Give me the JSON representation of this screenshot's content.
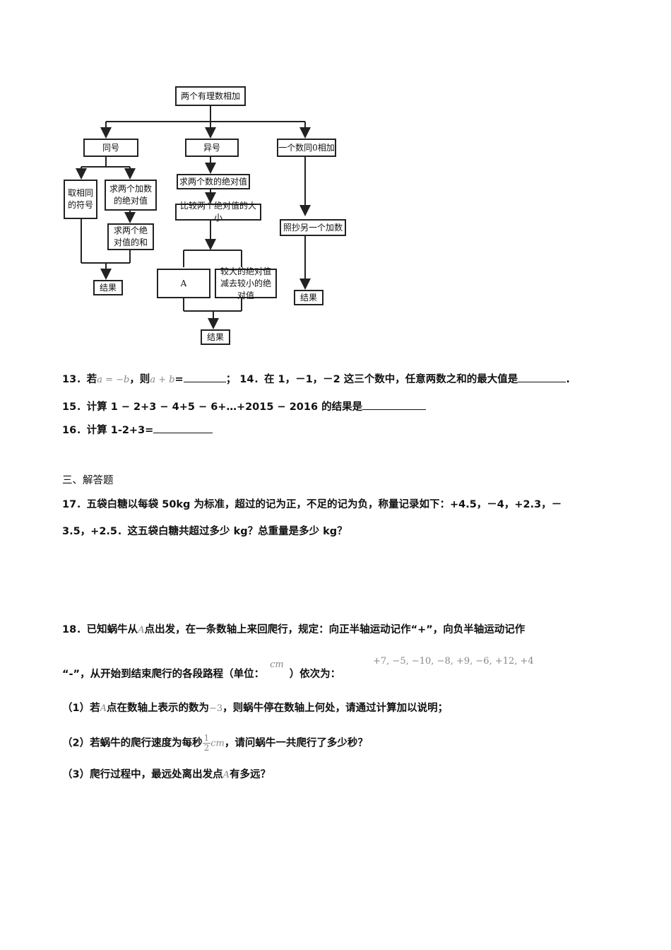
{
  "flowchart": {
    "root": "两个有理数相加",
    "same_sign": "同号",
    "diff_sign": "异号",
    "zero_add": "一个数同0相加",
    "take_sign": "取相同的符号",
    "abs_addends": "求两个加数的绝对值",
    "sum_abs": "求两个绝对值的和",
    "result_left": "结果",
    "two_abs": "求两个数的绝对值",
    "compare_abs": "比较两个绝对值的大小",
    "box_a": "A",
    "subtract_abs": "较大的绝对值减去较小的绝对值",
    "result_mid": "结果",
    "copy_other": "照抄另一个加数",
    "result_right": "结果"
  },
  "q13": {
    "num": "13．若",
    "cond": "a = −b",
    "then": "，则",
    "expr": "a + b",
    "eq": "=",
    "sep": "；"
  },
  "q14": {
    "text": "14．在 1，－1，－2 这三个数中，任意两数之和的最大值是",
    "end": "."
  },
  "q15": {
    "text": "15．计算 1 − 2+3 − 4+5 − 6+…+2015 − 2016 的结果是"
  },
  "q16": {
    "text": "16．计算  1-2+3="
  },
  "section3": "三、解答题",
  "q17": {
    "line1": "17．五袋白糖以每袋 50kg 为标准，超过的记为正，不足的记为负，称量记录如下：+4.5，－4，+2.3，－",
    "line2": "3.5，+2.5．这五袋白糖共超过多少 kg？总重量是多少 kg？"
  },
  "q18": {
    "l1a": "18．已知蜗牛从",
    "pointA": "A",
    "l1b": "点出发，在一条数轴上来回爬行，规定：向正半轴运动记作“+”，向负半轴运动记作",
    "l2a": "“-”，从开始到结束爬行的各段路程（单位：",
    "unit": "cm",
    "l2b": "）依次为：",
    "seq": "+7, −5, −10, −8, +9, −6, +12, +4",
    "p1a": "（1）若",
    "p1b": "点在数轴上表示的数为",
    "p1val": "−3",
    "p1c": "，则蜗牛停在数轴上何处，请通过计算加以说明；",
    "p2a": "（2）若蜗牛的爬行速度为每秒",
    "p2num": "1",
    "p2den": "2",
    "p2unit": "cm",
    "p2b": "，请问蜗牛一共爬行了多少秒？",
    "p3a": "（3）爬行过程中，最远处离出发点",
    "p3b": "有多远？"
  }
}
